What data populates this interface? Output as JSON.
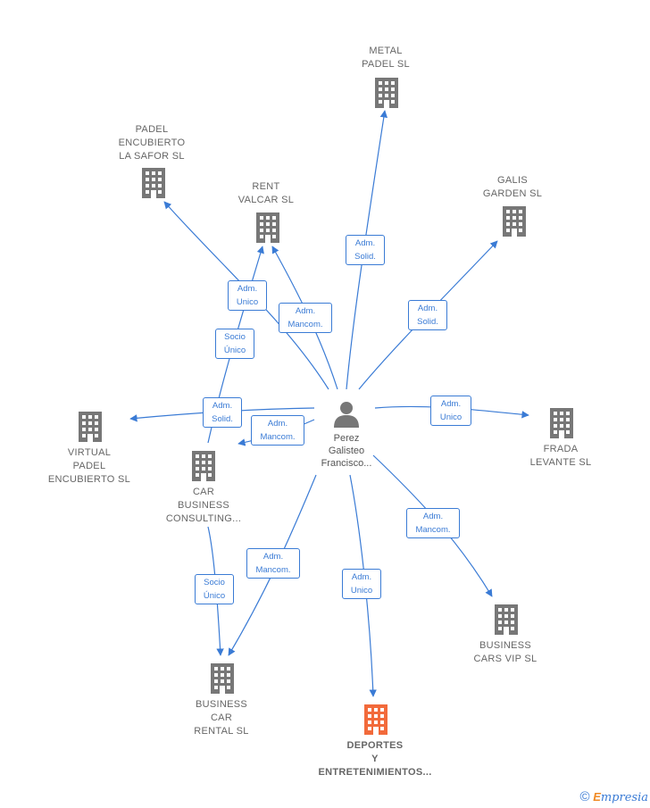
{
  "colors": {
    "edge": "#3a7bd5",
    "building": "#777777",
    "highlight": "#f26a3b"
  },
  "center": {
    "name_lines": [
      "Perez",
      "Galisteo",
      "Francisco..."
    ],
    "icon": "person-icon"
  },
  "nodes": [
    {
      "id": "metal",
      "lines": [
        "METAL",
        "PADEL SL"
      ]
    },
    {
      "id": "padel",
      "lines": [
        "PADEL",
        "ENCUBIERTO",
        "LA SAFOR SL"
      ]
    },
    {
      "id": "rent",
      "lines": [
        "RENT",
        "VALCAR  SL"
      ]
    },
    {
      "id": "galis",
      "lines": [
        "GALIS",
        "GARDEN  SL"
      ]
    },
    {
      "id": "virtual",
      "lines": [
        "VIRTUAL",
        "PADEL",
        "ENCUBIERTO SL"
      ]
    },
    {
      "id": "car",
      "lines": [
        "CAR",
        "BUSINESS",
        "CONSULTING..."
      ]
    },
    {
      "id": "frada",
      "lines": [
        "FRADA",
        "LEVANTE  SL"
      ]
    },
    {
      "id": "bcvip",
      "lines": [
        "BUSINESS",
        "CARS VIP  SL"
      ]
    },
    {
      "id": "bcr",
      "lines": [
        "BUSINESS",
        "CAR",
        "RENTAL  SL"
      ]
    },
    {
      "id": "deportes",
      "lines": [
        "DEPORTES",
        "Y",
        "ENTRETENIMIENTOS..."
      ],
      "highlight": true
    }
  ],
  "edge_labels": [
    {
      "id": "to-metal",
      "lines": [
        "Adm.",
        "Solid."
      ]
    },
    {
      "id": "to-padel",
      "lines": [
        "Adm.",
        "Unico"
      ]
    },
    {
      "id": "to-rent",
      "lines": [
        "Adm.",
        "Mancom."
      ]
    },
    {
      "id": "car-rent",
      "lines": [
        "Socio",
        "Único"
      ]
    },
    {
      "id": "to-galis",
      "lines": [
        "Adm.",
        "Solid."
      ]
    },
    {
      "id": "to-virtual",
      "lines": [
        "Adm.",
        "Solid."
      ]
    },
    {
      "id": "to-car",
      "lines": [
        "Adm.",
        "Mancom."
      ]
    },
    {
      "id": "to-frada",
      "lines": [
        "Adm.",
        "Unico"
      ]
    },
    {
      "id": "to-bcvip",
      "lines": [
        "Adm.",
        "Mancom."
      ]
    },
    {
      "id": "to-bcr",
      "lines": [
        "Adm.",
        "Mancom."
      ]
    },
    {
      "id": "car-bcr",
      "lines": [
        "Socio",
        "Único"
      ]
    },
    {
      "id": "to-deportes",
      "lines": [
        "Adm.",
        "Unico"
      ]
    }
  ],
  "brand": {
    "copyright": "©",
    "e": "E",
    "rest": "mpresia"
  }
}
